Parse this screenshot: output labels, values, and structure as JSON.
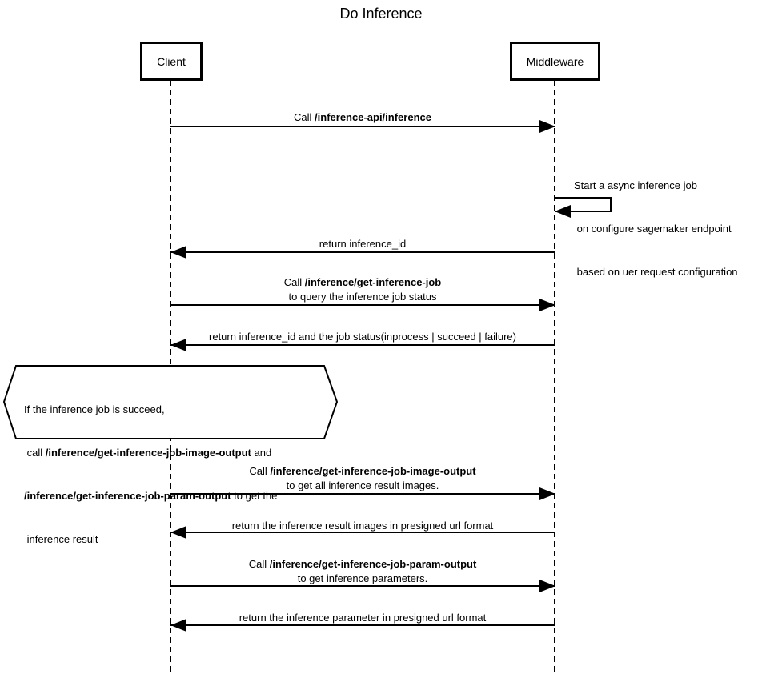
{
  "title": "Do Inference",
  "participants": [
    {
      "name": "Client"
    },
    {
      "name": "Middleware"
    }
  ],
  "messages": {
    "call_inference": {
      "pre": "Call ",
      "bold": "/inference-api/inference"
    },
    "start_job_note": {
      "lines": [
        "Start a async inference job",
        " on configure sagemaker endpoint",
        " based on uer request configuration"
      ]
    },
    "return_inference_id": {
      "text": "return inference_id"
    },
    "call_get_job": {
      "pre": "Call ",
      "bold": "/inference/get-inference-job",
      "line2": "to query the inference job status"
    },
    "return_job_status": {
      "text": "return inference_id and the job status(inprocess | succeed | failure)"
    },
    "call_image_output": {
      "pre": "Call ",
      "bold": "/inference/get-inference-job-image-output",
      "line2": "to get all inference result images."
    },
    "return_images": {
      "text": "return the inference result images in presigned url format"
    },
    "call_param_output": {
      "pre": "Call ",
      "bold": "/inference/get-inference-job-param-output",
      "line2": "to get inference parameters."
    },
    "return_params": {
      "text": "return the inference parameter in presigned url format"
    }
  },
  "note": {
    "line1": "If the inference job is succeed,",
    "line2_pre": " call ",
    "line2_bold": "/inference/get-inference-job-image-output",
    "line2_post": " and",
    "line3_bold": "/inference/get-inference-job-param-output",
    "line3_post": " to get the",
    "line4": " inference result"
  },
  "colors": {
    "stroke": "#000000",
    "background": "#ffffff",
    "text": "#000000"
  }
}
